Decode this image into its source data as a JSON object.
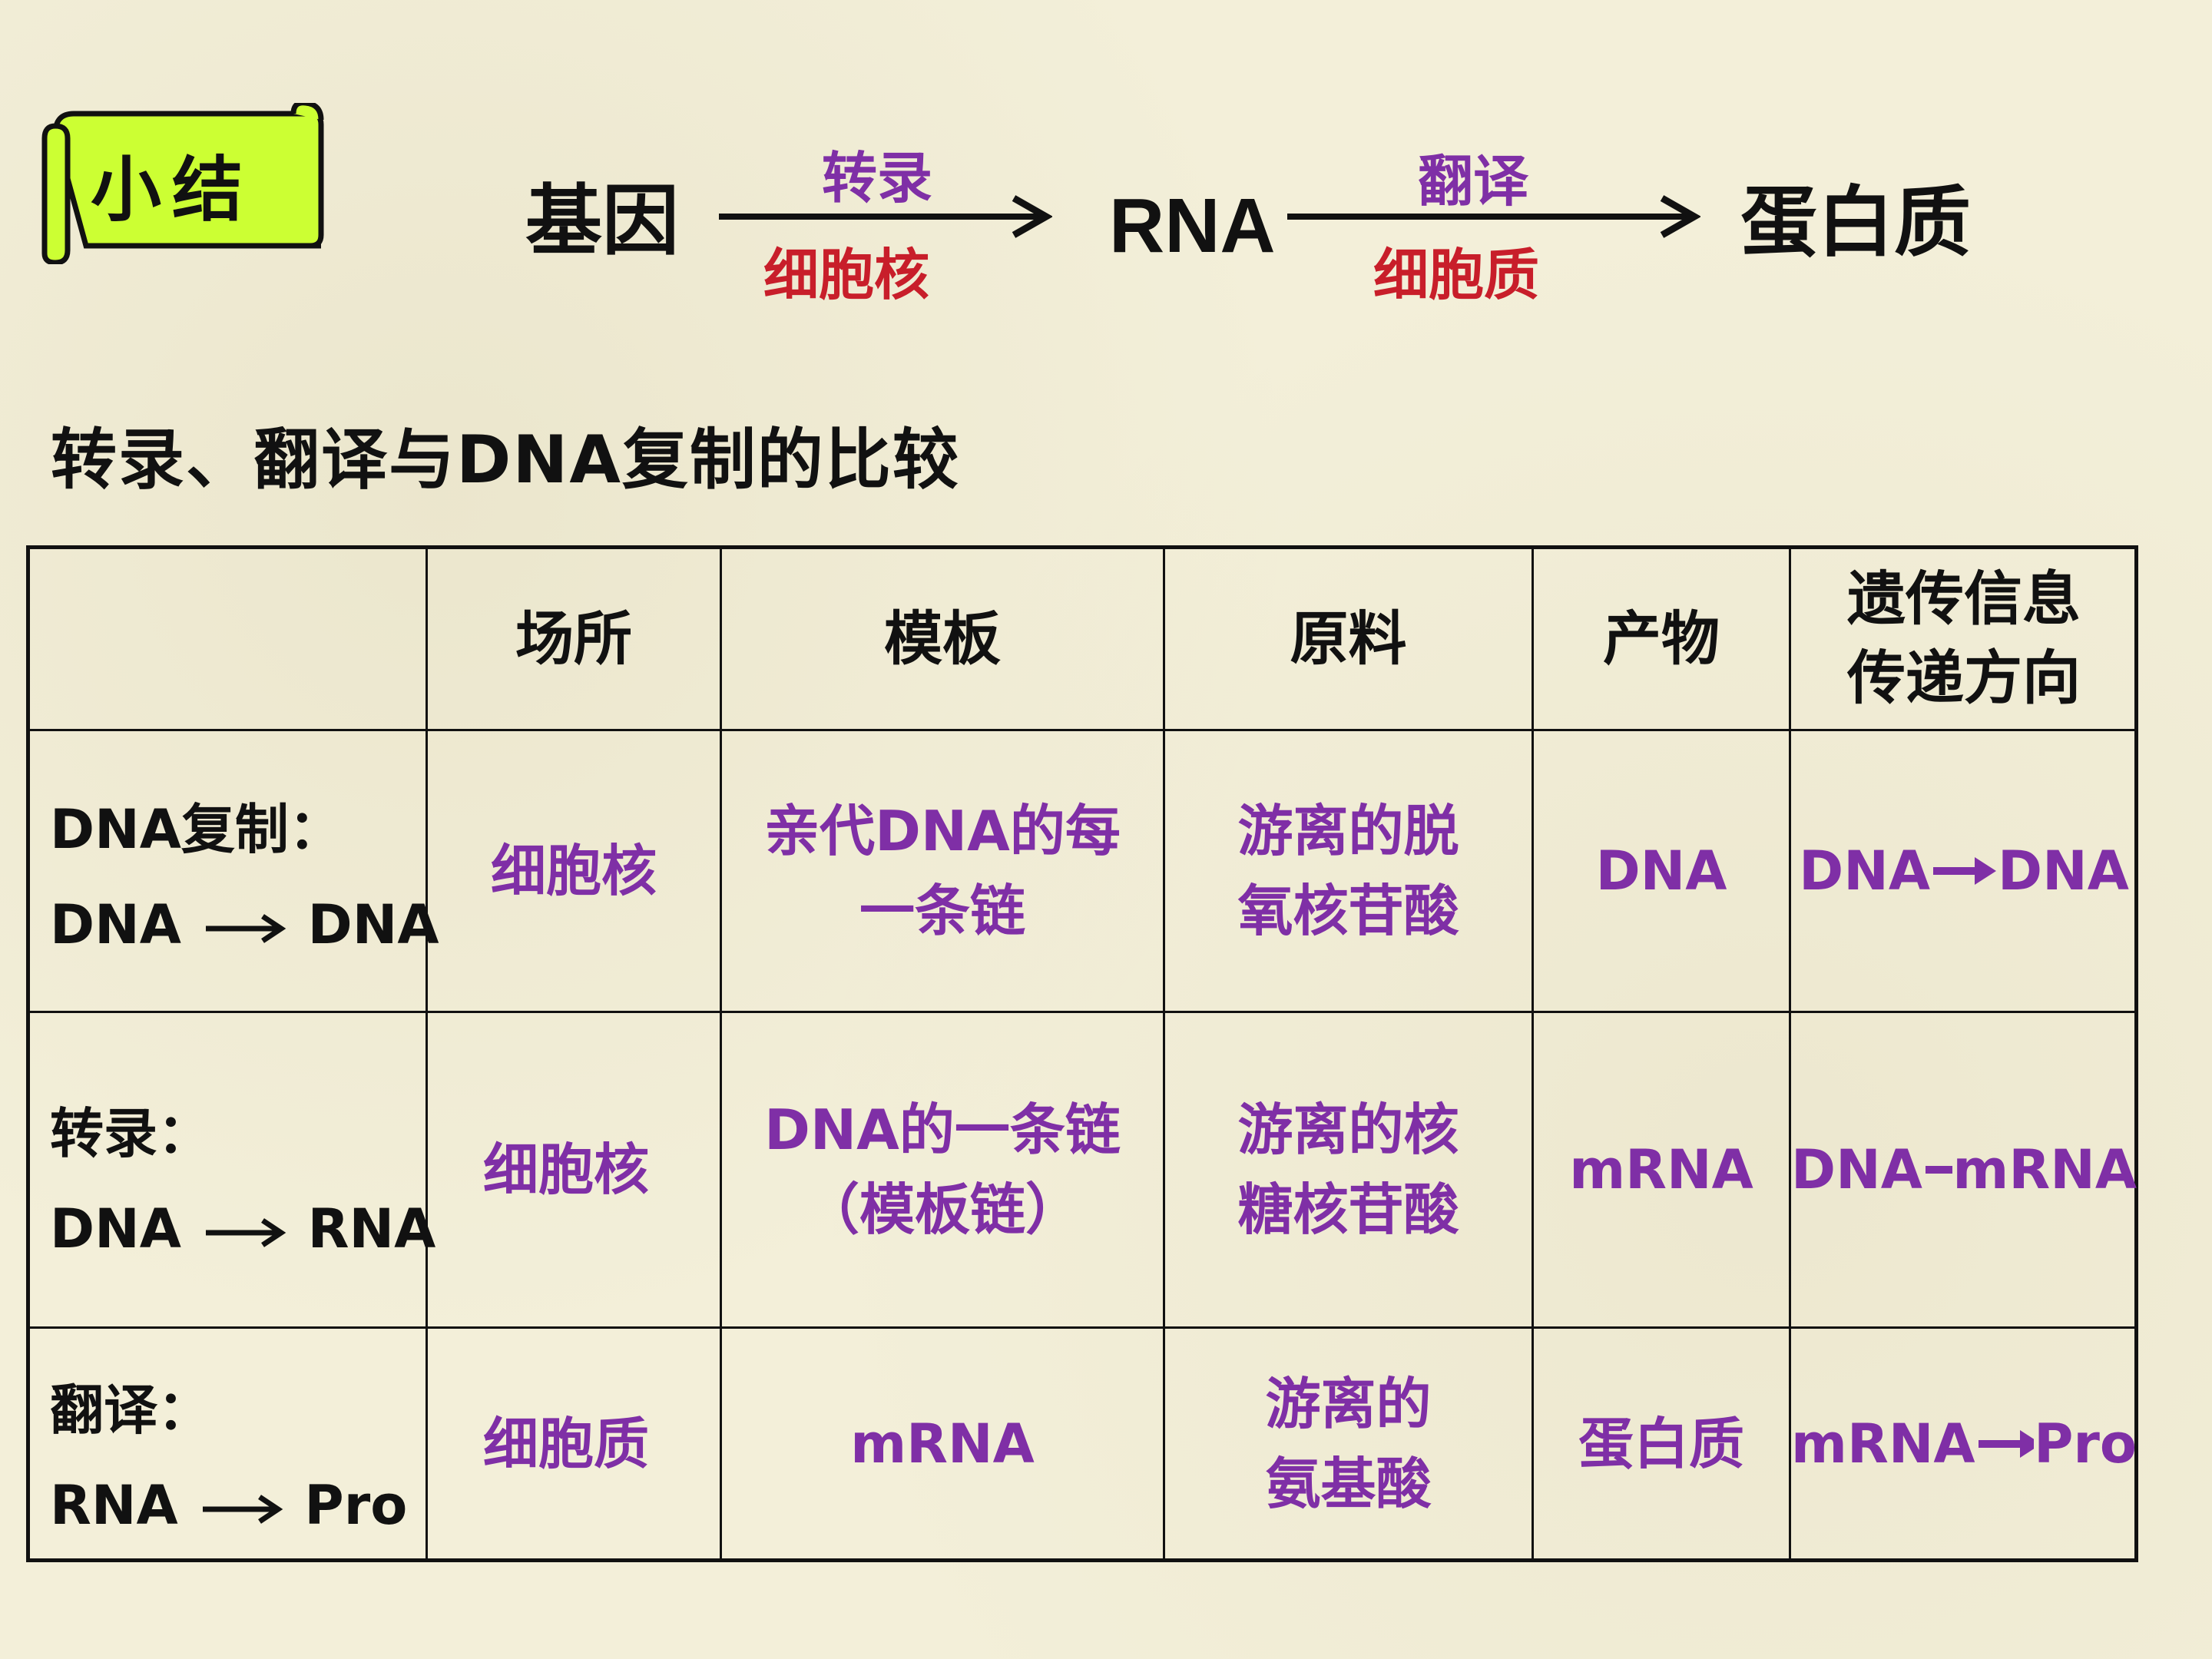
{
  "badge": {
    "label": "小结"
  },
  "flow": {
    "gene": "基因",
    "transcription": "转录",
    "nucleus": "细胞核",
    "rna": "RNA",
    "translation": "翻译",
    "cytoplasm": "细胞质",
    "protein": "蛋白质"
  },
  "subtitle": "转录、翻译与DNA复制的比较",
  "table": {
    "headers": [
      "",
      "场所",
      "模板",
      "原料",
      "产物",
      "遗传信息传递方向"
    ],
    "header_direction_line1": "遗传信息",
    "header_direction_line2": "传递方向",
    "rows": [
      {
        "label": "DNA复制：",
        "from": "DNA",
        "to": "DNA",
        "location": "细胞核",
        "template_line1": "亲代DNA的每",
        "template_line2": "一条链",
        "material_line1": "游离的脱",
        "material_line2": "氧核苷酸",
        "product": "DNA",
        "direction_from": "DNA",
        "direction_to": "DNA"
      },
      {
        "label": "转录：",
        "from": "DNA",
        "to": "RNA",
        "location": "细胞核",
        "template_line1": "DNA的一条链",
        "template_line2": "（模板链）",
        "material_line1": "游离的核",
        "material_line2": "糖核苷酸",
        "product": "mRNA",
        "direction_from": "DNA",
        "direction_to": "mRNA"
      },
      {
        "label": "翻译：",
        "from": "RNA",
        "to": "Pro",
        "location": "细胞质",
        "template_line1": "mRNA",
        "template_line2": "",
        "material_line1": "游离的",
        "material_line2": "氨基酸",
        "product": "蛋白质",
        "direction_from": "mRNA",
        "direction_to": "Pro"
      }
    ]
  },
  "colors": {
    "purple": "#7f2fa6",
    "red": "#c81e2a",
    "badge_fill": "#ccff33",
    "background": "#f3efd9"
  }
}
